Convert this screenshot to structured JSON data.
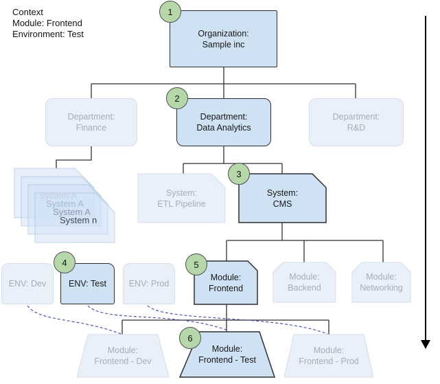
{
  "context": {
    "title": "Context",
    "module_line": "Module: Frontend",
    "environment_line": "Environment: Test"
  },
  "badges": [
    "1",
    "2",
    "3",
    "4",
    "5",
    "6"
  ],
  "nodes": {
    "organization": [
      "Organization:",
      "Sample inc"
    ],
    "dept_finance": [
      "Department:",
      "Finance"
    ],
    "dept_data_analytics": [
      "Department:",
      "Data Analytics"
    ],
    "dept_rd": [
      "Department:",
      "R&D"
    ],
    "system_stack": [
      "System A",
      "System A",
      "System A",
      "System n"
    ],
    "system_etl": [
      "System:",
      "ETL Pipeline"
    ],
    "system_cms": [
      "System:",
      "CMS"
    ],
    "env_dev": "ENV: Dev",
    "env_test": "ENV: Test",
    "env_prod": "ENV: Prod",
    "module_frontend": [
      "Module:",
      "Frontend"
    ],
    "module_backend": [
      "Module:",
      "Backend"
    ],
    "module_networking": [
      "Module:",
      "Networking"
    ],
    "frontend_dev": [
      "Module:",
      "Frontend - Dev"
    ],
    "frontend_test": [
      "Module:",
      "Frontend - Test"
    ],
    "frontend_prod": [
      "Module:",
      "Frontend - Prod"
    ]
  },
  "colors": {
    "highlight_fill": "#cfe2f3",
    "faded_fill": "#e9f0f9",
    "badge_fill": "#b6d7a8",
    "connector": "#2e2e2e",
    "dashed_link": "#4a50c8"
  }
}
